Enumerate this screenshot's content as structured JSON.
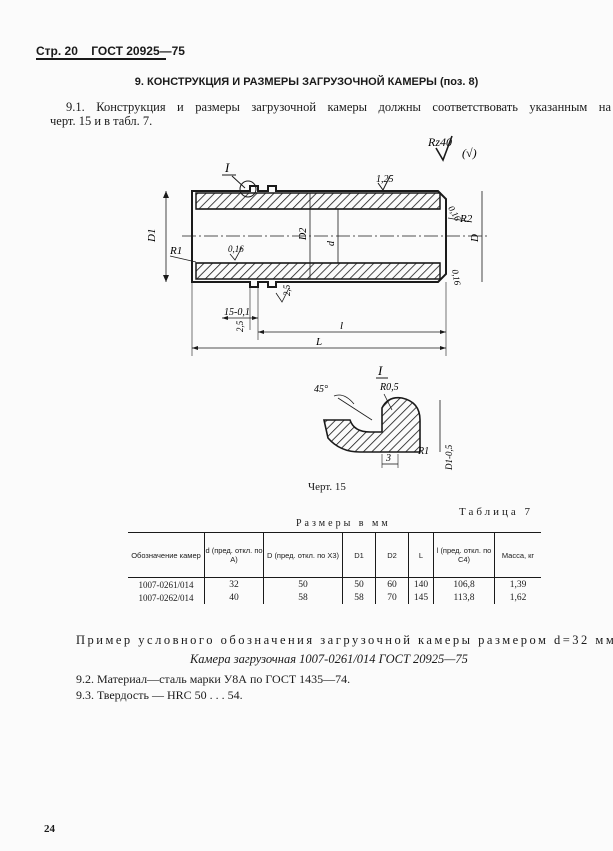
{
  "header": {
    "page_label": "Стр. 20",
    "standard": "ГОСТ 20925—75"
  },
  "section_title": "9. КОНСТРУКЦИЯ И РАЗМЕРЫ ЗАГРУЗОЧНОЙ КАМЕРЫ (поз. 8)",
  "paragraph_9_1": {
    "line1": "9.1. Конструкция и размеры загрузочной камеры должны соответствовать указанным на",
    "line2": "черт. 15 и в табл. 7."
  },
  "drawing": {
    "roughness": "Rz40",
    "roughness_paren": "(√)",
    "labels": {
      "detail_ref_I": "I",
      "chamfer_125": "1,25",
      "angle_016_top": "0,16",
      "R2": "R2",
      "D": "D",
      "D1": "D1",
      "D2": "D2",
      "d": "d",
      "R1": "R1",
      "angle_016_inner": "0,16",
      "angle_016_bottom": "0,16",
      "dim_15": "15-0,1",
      "dim_25": "2,5",
      "dim_25_small": "2,5",
      "dim_l": "l",
      "dim_L": "L"
    },
    "detail": {
      "title": "I",
      "angle": "45°",
      "R05": "R0,5",
      "R1": "R1",
      "dim_3": "3",
      "D1_minus": "D1-0,5"
    }
  },
  "caption": "Черт. 15",
  "table": {
    "label": "Таблица 7",
    "sizes_label": "Размеры в мм",
    "headers": [
      "Обозначение камер",
      "d (пред. откл. по A)",
      "D (пред. откл. по X3)",
      "D1",
      "D2",
      "L",
      "l (пред. откл. по C4)",
      "Масса, кг"
    ],
    "rows": [
      [
        "1007-0261/014",
        "32",
        "50",
        "50",
        "60",
        "140",
        "106,8",
        "1,39"
      ],
      [
        "1007-0262/014",
        "40",
        "58",
        "58",
        "70",
        "145",
        "113,8",
        "1,62"
      ]
    ]
  },
  "example": {
    "lead": "Пример условного обозначения загрузочной камеры размером d=32 мм:",
    "designation": "Камера загрузочная 1007-0261/014 ГОСТ 20925—75"
  },
  "paragraph_9_2": "9.2. Материал—сталь марки У8А по ГОСТ 1435—74.",
  "paragraph_9_3": "9.3. Твердость — HRC 50 . . . 54.",
  "page_number": "24"
}
